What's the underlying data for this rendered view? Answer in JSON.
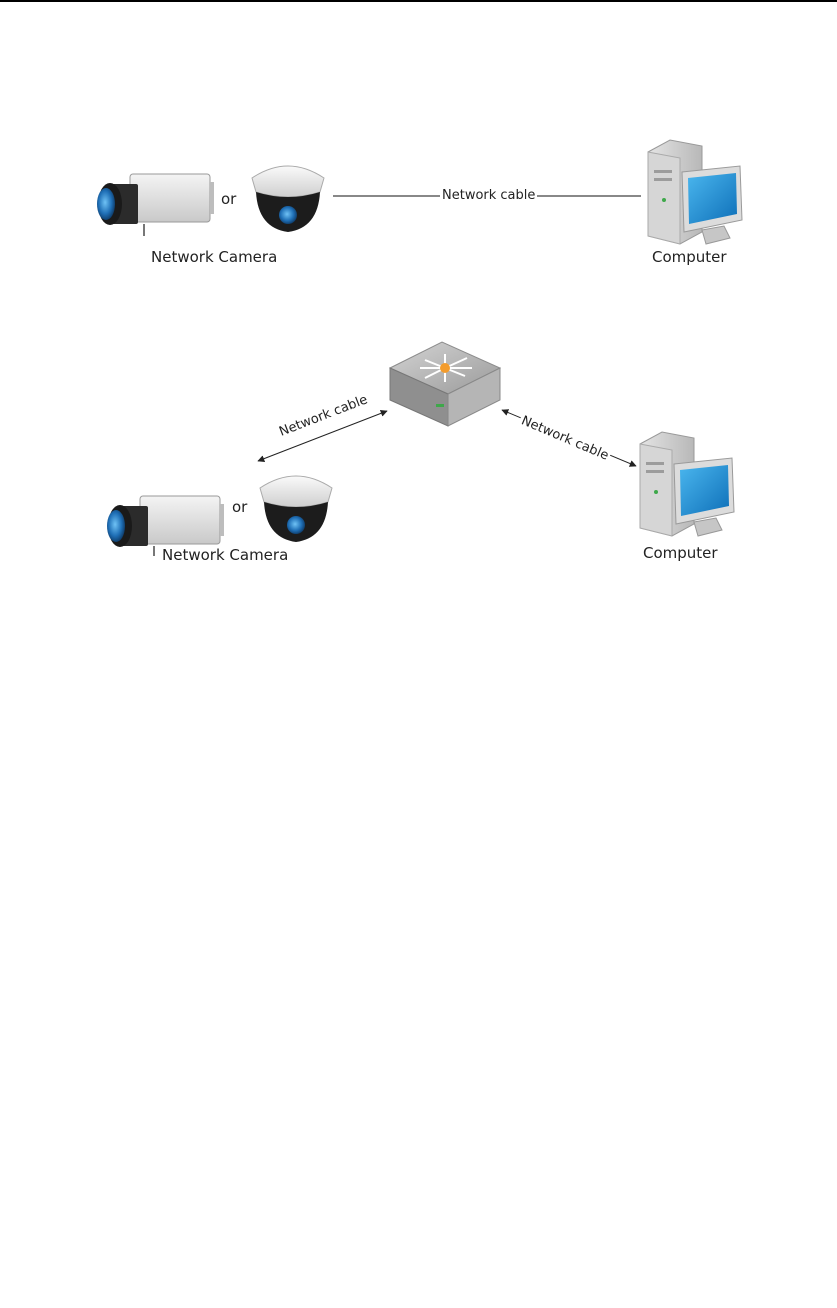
{
  "diagram_direct": {
    "camera_label": "Network Camera",
    "or_text": "or",
    "cable_label": "Network cable",
    "computer_label": "Computer"
  },
  "diagram_switch": {
    "camera_label": "Network Camera",
    "or_text": "or",
    "cable_left_label": "Network cable",
    "cable_right_label": "Network cable",
    "computer_label": "Computer"
  },
  "colors": {
    "lens_blue": "#1f6fb6",
    "screen_blue": "#1e90d6",
    "body_grey": "#d9d9d9",
    "switch_grey": "#a9a9a9",
    "switch_orange": "#f39c2d"
  }
}
